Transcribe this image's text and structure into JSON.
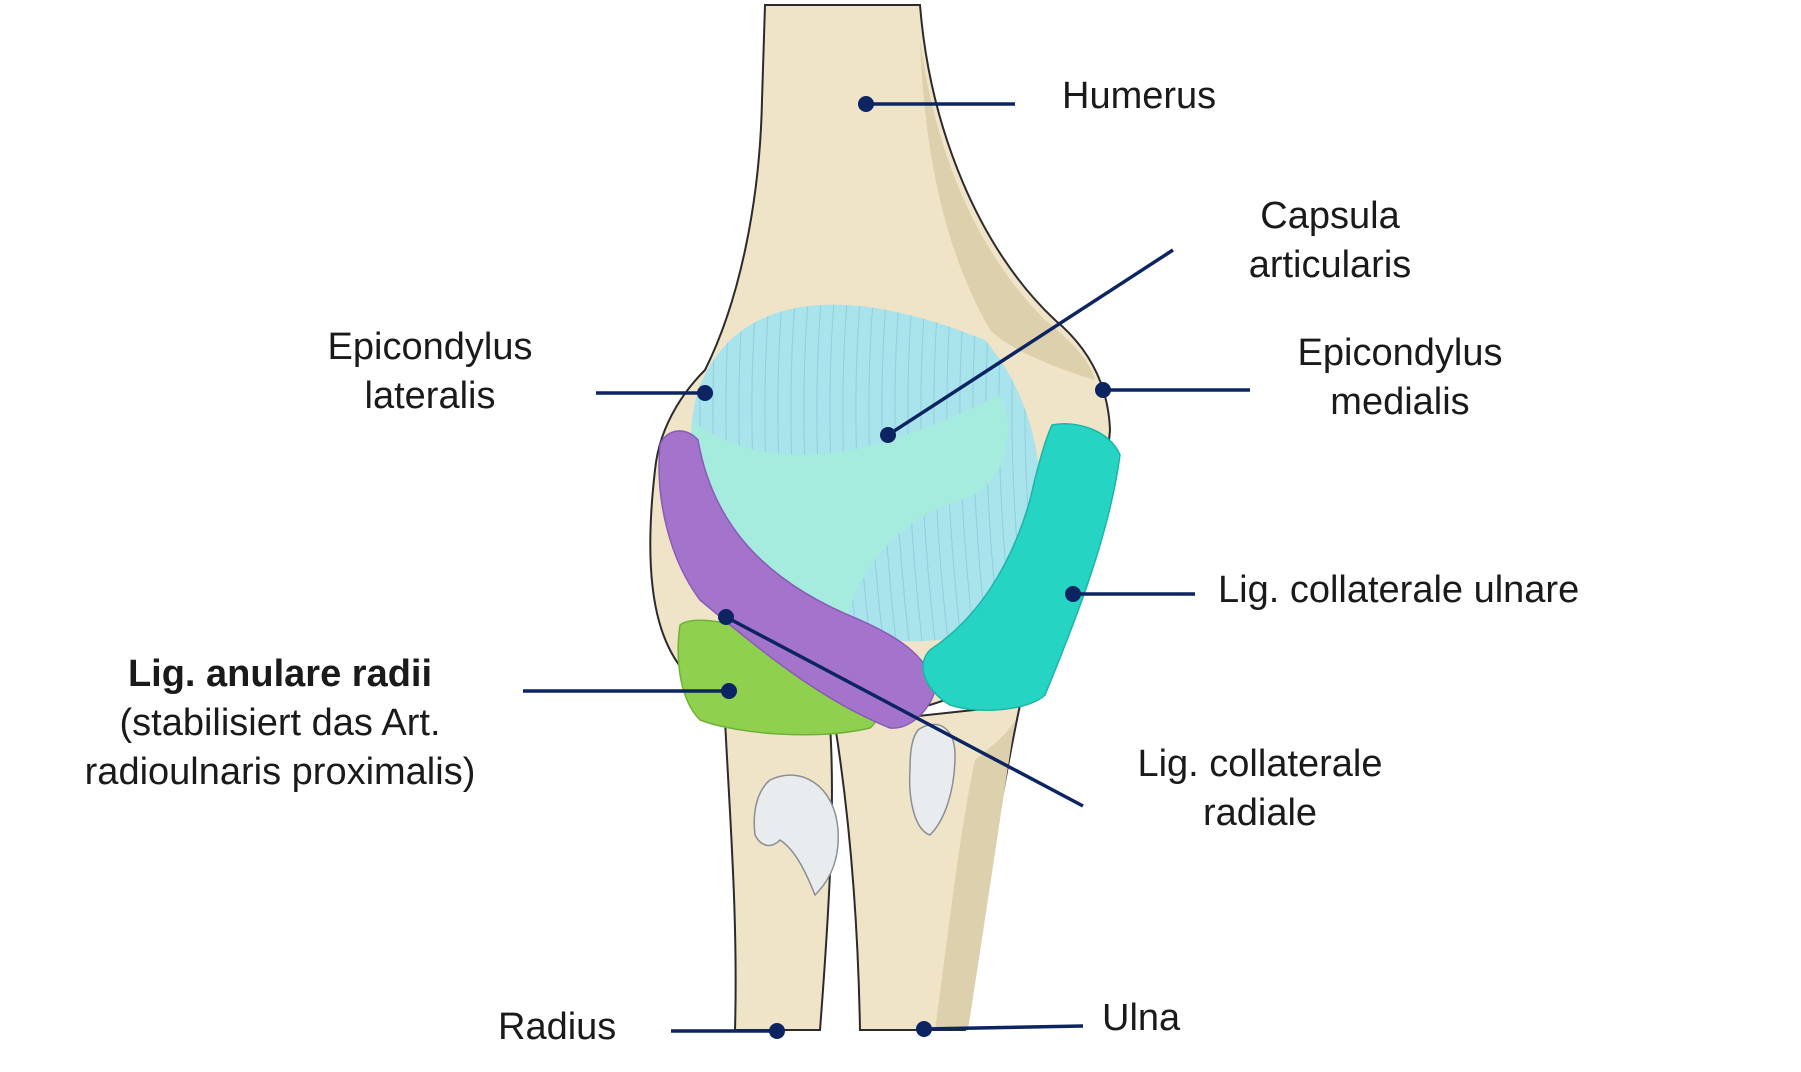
{
  "labels": {
    "humerus": "Humerus",
    "capsula": [
      "Capsula",
      "articularis"
    ],
    "epi_lat": [
      "Epicondylus",
      "lateralis"
    ],
    "epi_med": [
      "Epicondylus",
      "medialis"
    ],
    "lig_ulnare": "Lig. collaterale ulnare",
    "lig_anulare_title": "Lig. anulare radii",
    "lig_anulare_note": [
      "(stabilisiert das Art.",
      "radioulnaris proximalis)"
    ],
    "lig_radiale": [
      "Lig. collaterale",
      "radiale"
    ],
    "radius": "Radius",
    "ulna": "Ulna"
  },
  "colors": {
    "bone": "#efe4c8",
    "bone_shadow": "#ddd0ad",
    "outline": "#2b2b2b",
    "capsule": "#a9e3ec",
    "capsule_overlay": "#a5ecde",
    "lig_ulnare": "#26d4c3",
    "lig_radiale": "#a473cc",
    "lig_anulare": "#8fd04e",
    "cartilage": "#e9ecef",
    "pointer": "#0c2461"
  }
}
